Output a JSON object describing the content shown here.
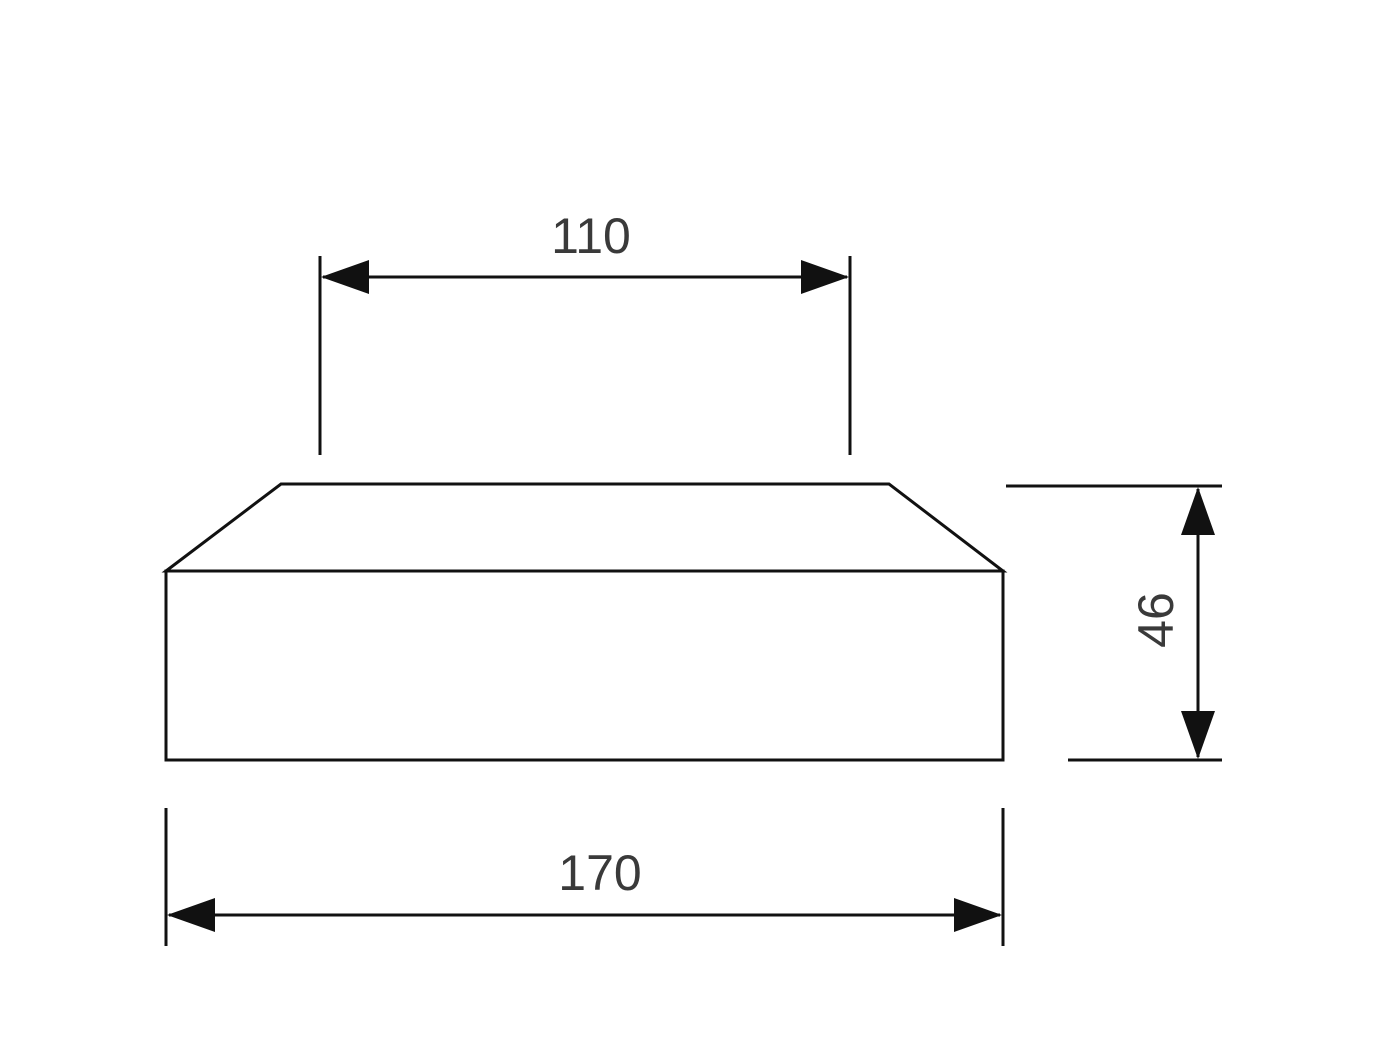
{
  "drawing": {
    "line_color": "#111111",
    "text_color": "#3a3a3a",
    "dimensions": {
      "top_width": "110",
      "bottom_width": "170",
      "height": "46"
    }
  }
}
